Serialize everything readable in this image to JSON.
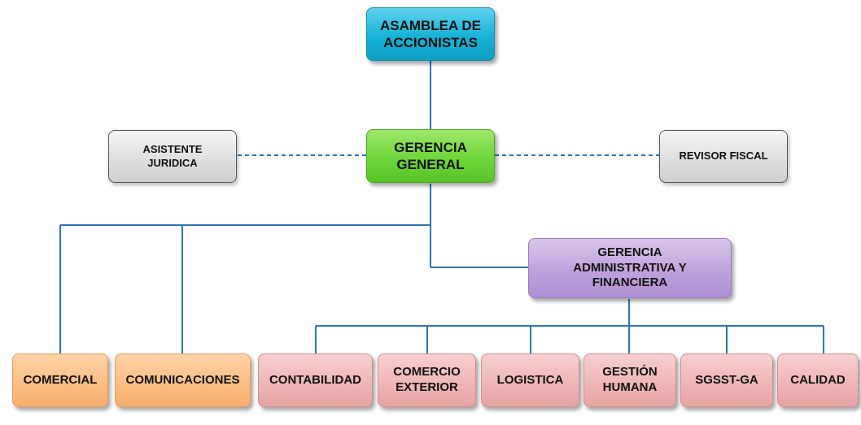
{
  "org_chart": {
    "top": "ASAMBLEA DE\nACCIONISTAS",
    "general_manager": "GERENCIA\nGENERAL",
    "advisor_left": "ASISTENTE\nJURIDICA",
    "advisor_right": "REVISOR FISCAL",
    "admin_finance": "GERENCIA\nADMINISTRATIVA Y\nFINANCIERA",
    "direct_units": [
      "COMERCIAL",
      "COMUNICACIONES"
    ],
    "admin_units": [
      "CONTABILIDAD",
      "COMERCIO\nEXTERIOR",
      "LOGISTICA",
      "GESTIÓN\nHUMANA",
      "SGSST-GA",
      "CALIDAD"
    ]
  },
  "colors": {
    "connector": "#2e75b6",
    "top": "#16b3d6",
    "general_manager": "#6fd63a",
    "advisors": "#dedede",
    "admin_finance": "#bea2dc",
    "direct_units": "#fbbf85",
    "admin_units": "#efb6b6"
  }
}
